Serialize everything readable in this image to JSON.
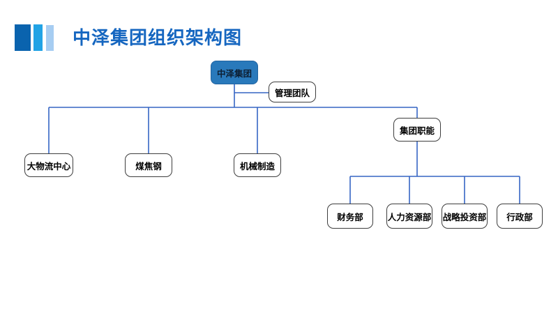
{
  "title": {
    "text": "中泽集团组织架构图"
  },
  "colors": {
    "title_text": "#1566c0",
    "accent_bar_dark": "#0a63ae",
    "accent_bar_medium": "#21a3e5",
    "accent_bar_light": "#a6cdf2",
    "connector": "#3565c4",
    "root_fill": "#2979bb",
    "root_text": "#0d1f33",
    "node_border": "#3d3d3d",
    "node_fill": "#ffffff",
    "node_text": "#000000",
    "background": "#ffffff"
  },
  "org": {
    "root": {
      "label": "中泽集团"
    },
    "assistant": {
      "label": "管理团队"
    },
    "divisions": [
      {
        "label": "大物流中心"
      },
      {
        "label": "煤焦钢"
      },
      {
        "label": "机械制造"
      },
      {
        "label": "集团职能"
      }
    ],
    "functions": [
      {
        "label": "财务部"
      },
      {
        "label": "人力资源部"
      },
      {
        "label": "战略投资部"
      },
      {
        "label": "行政部"
      }
    ]
  }
}
